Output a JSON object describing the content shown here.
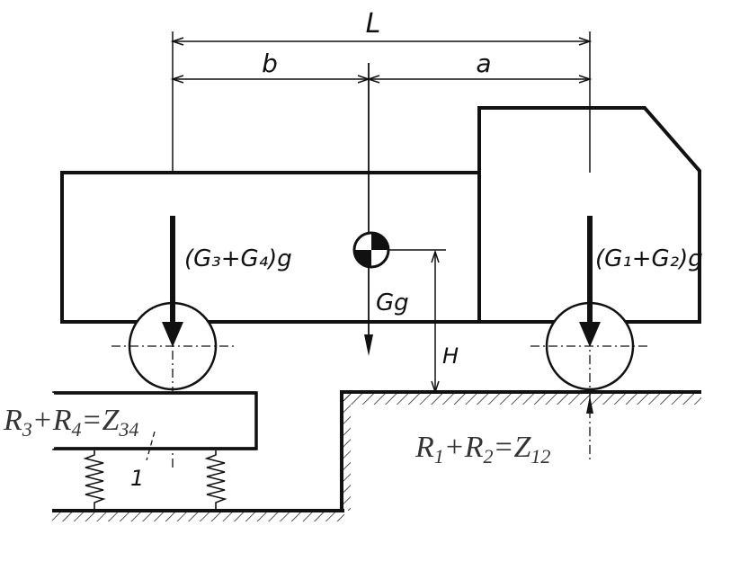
{
  "labels": {
    "wheelbase": "L",
    "rear_to_cg": "b",
    "front_to_cg": "a",
    "cg_height": "H",
    "cg_weight": "Gg",
    "rear_load": "(G₃+G₄)g",
    "front_load": "(G₁+G₂)g",
    "platform_number": "1"
  },
  "reactions": {
    "rear": {
      "r_a": "R",
      "sub_a": "3",
      "r_b": "+R",
      "sub_b": "4",
      "z": "=Z",
      "sub_z": "34"
    },
    "front": {
      "r_a": "R",
      "sub_a": "1",
      "r_b": "+R",
      "sub_b": "2",
      "z": "=Z",
      "sub_z": "12"
    }
  },
  "icons": {
    "cg": "center-of-gravity-symbol",
    "springs": "coil-spring"
  },
  "colors": {
    "ink": "#111111",
    "formula": "#333333"
  }
}
